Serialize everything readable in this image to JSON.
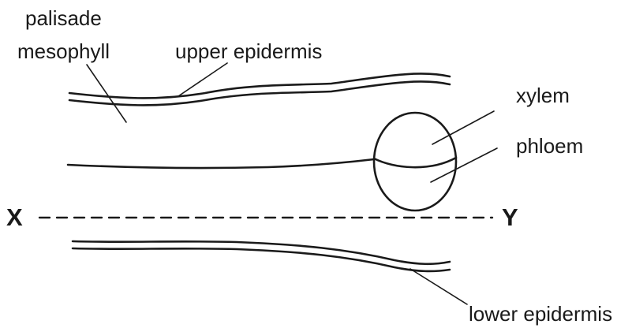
{
  "labels": {
    "palisade_line1": "palisade",
    "palisade_line2": "mesophyll",
    "upper_epidermis": "upper epidermis",
    "xylem": "xylem",
    "phloem": "phloem",
    "x": "X",
    "y": "Y",
    "lower_epidermis": "lower epidermis"
  },
  "colors": {
    "ink": "#1a1a1a",
    "background": "#ffffff"
  }
}
